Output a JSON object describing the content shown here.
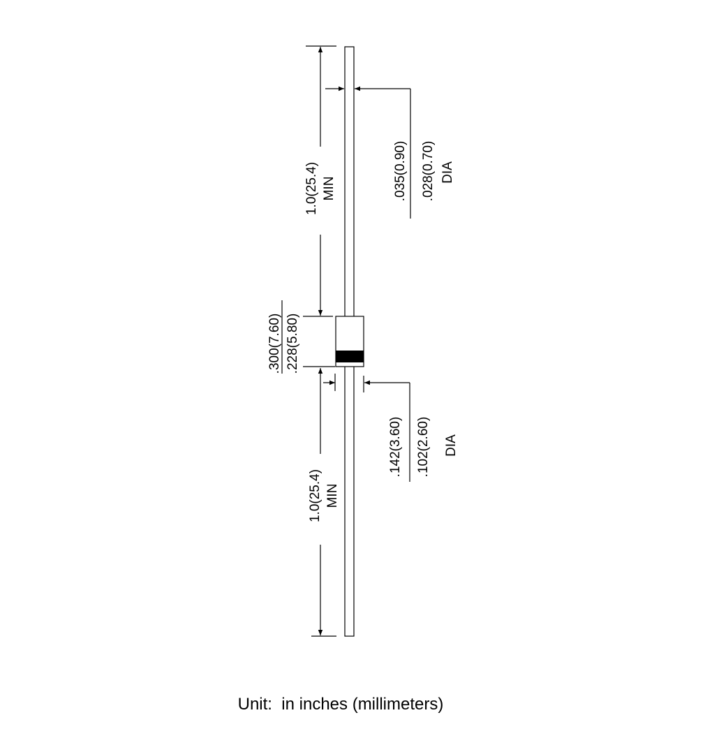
{
  "lead_length_top": {
    "value": "1.0(25.4)",
    "qualifier": "MIN"
  },
  "lead_length_bottom": {
    "value": "1.0(25.4)",
    "qualifier": "MIN"
  },
  "lead_diameter": {
    "max": ".035(0.90)",
    "min": ".028(0.70)",
    "qualifier": "DIA"
  },
  "body_length": {
    "max": ".300(7.60)",
    "min": ".228(5.80)"
  },
  "body_diameter": {
    "max": ".142(3.60)",
    "min": ".102(2.60)",
    "qualifier": "DIA"
  },
  "caption": "Unit:  in inches (millimeters)"
}
